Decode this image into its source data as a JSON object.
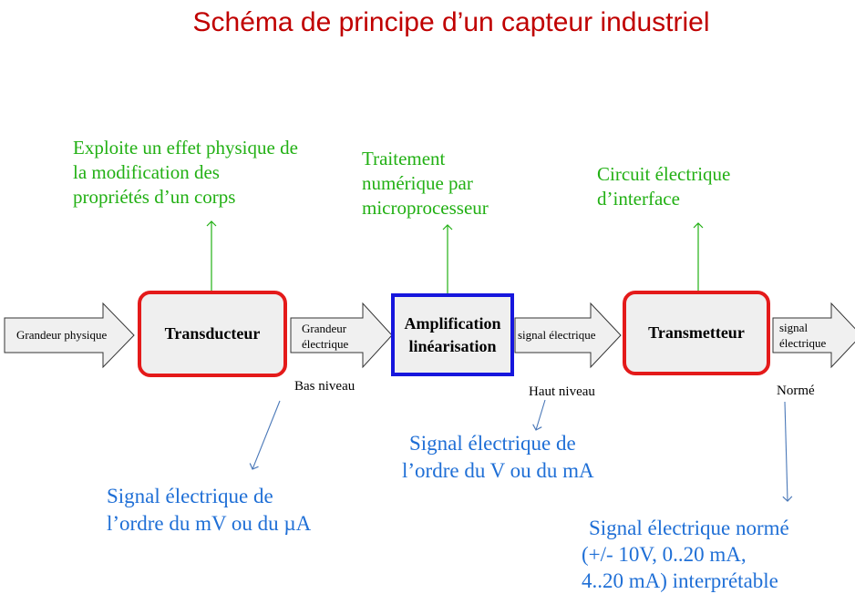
{
  "title": "Schéma de principe d’un capteur industriel",
  "blocks": {
    "transducteur": "Transducteur",
    "amplification_line1": "Amplification",
    "amplification_line2": "linéarisation",
    "transmetteur": "Transmetteur"
  },
  "arrows": {
    "input": "Grandeur physique",
    "after_transducteur_line1": "Grandeur",
    "after_transducteur_line2": "électrique",
    "after_amplification": "signal électrique",
    "output_line1": "signal",
    "output_line2": "électrique"
  },
  "levels": {
    "bas": "Bas niveau",
    "haut": "Haut niveau",
    "norme": "Normé"
  },
  "top_notes": {
    "transducteur": [
      "Exploite un effet physique de",
      "la modification des",
      "propriétés d’un corps"
    ],
    "amplification": [
      "Traitement",
      "numérique par",
      "microprocesseur"
    ],
    "transmetteur": [
      "Circuit électrique",
      "d’interface"
    ]
  },
  "bottom_notes": {
    "bas": [
      "Signal électrique de",
      "l’ordre du mV ou du µA"
    ],
    "haut": [
      "Signal électrique de",
      "l’ordre du V ou du mA"
    ],
    "norme": [
      "Signal électrique normé",
      "(+/- 10V, 0..20 mA,",
      "4..20 mA) interprétable"
    ]
  },
  "colors": {
    "title": "#c00000",
    "notes_top": "#22b014",
    "notes_bottom": "#1f6fd6",
    "rounded_border": "#e41a1a",
    "square_border": "#1616dd",
    "block_fill": "#efefef"
  }
}
